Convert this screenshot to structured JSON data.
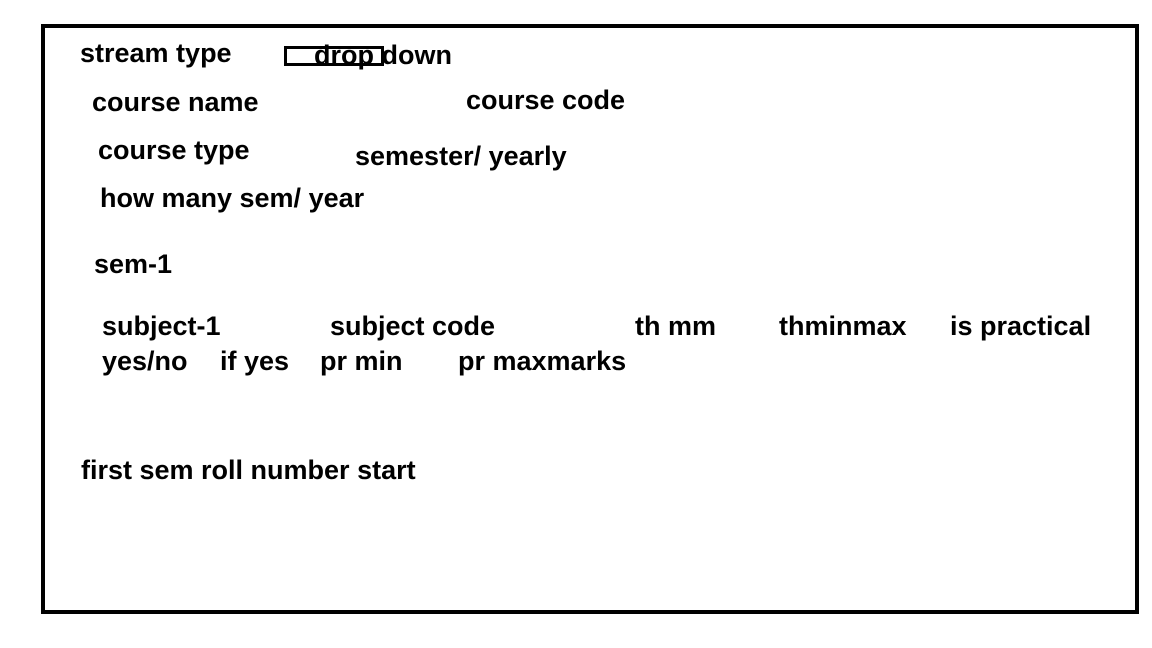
{
  "form": {
    "stream_type_label": "stream type",
    "stream_type_dropdown_text": "drop down",
    "course_name_label": "course name",
    "course_code_label": "course code",
    "course_type_label": "course type",
    "course_type_value": "semester/ yearly",
    "how_many_label": "how many sem/ year",
    "sem_label": "sem-1",
    "subject_row": {
      "subject_label": "subject-1",
      "subject_code_label": "subject code",
      "th_mm_label": "th mm",
      "thminmax_label": "thminmax",
      "is_practical_label": "is practical"
    },
    "practical_row": {
      "yes_no_label": "yes/no",
      "if_yes_label": "if yes",
      "pr_min_label": "pr min",
      "pr_maxmarks_label": "pr maxmarks"
    },
    "roll_number_label": "first sem roll number start"
  },
  "colors": {
    "foreground": "#000000",
    "background": "#ffffff"
  }
}
